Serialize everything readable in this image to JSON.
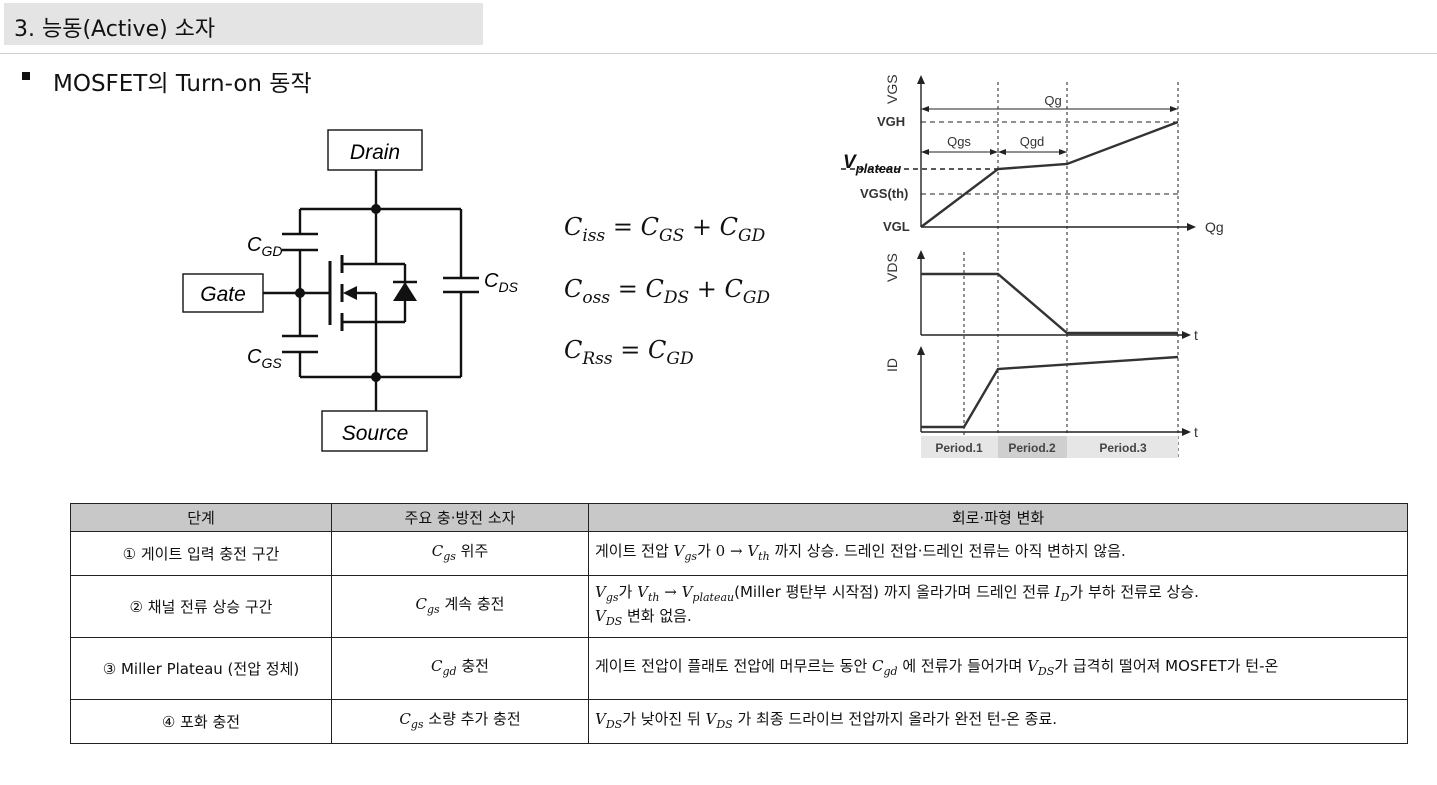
{
  "section": {
    "title": "3. 능동(Active) 소자"
  },
  "bullet": {
    "text": "MOSFET의 Turn-on 동작"
  },
  "circuit": {
    "drain": "Drain",
    "gate": "Gate",
    "source": "Source",
    "cgd": "C",
    "cgd_sub": "GD",
    "cgs": "C",
    "cgs_sub": "GS",
    "cds": "C",
    "cds_sub": "DS"
  },
  "equations": [
    {
      "lhs": "C",
      "lhs_sub": "iss",
      "rhs1": "C",
      "rhs1_sub": "GS",
      "op": " + ",
      "rhs2": "C",
      "rhs2_sub": "GD"
    },
    {
      "lhs": "C",
      "lhs_sub": "oss",
      "rhs1": "C",
      "rhs1_sub": "DS",
      "op": " + ",
      "rhs2": "C",
      "rhs2_sub": "GD"
    },
    {
      "lhs": "C",
      "lhs_sub": "Rss",
      "rhs1": "C",
      "rhs1_sub": "GD"
    }
  ],
  "waveform": {
    "vgs_axis": "VGS",
    "vds_axis": "VDS",
    "id_axis": "ID",
    "qg_axis": "Qg",
    "qg_top": "Qg",
    "qgs": "Qgs",
    "qgd": "Qgd",
    "vgh": "VGH",
    "vplateau": "V",
    "vplateau_sub": "plateau",
    "vgsth": "VGS(th)",
    "vgl": "VGL",
    "t1": "t",
    "t2": "t",
    "period1": "Period.1",
    "period2": "Period.2",
    "period3": "Period.3"
  },
  "table": {
    "headers": [
      "단계",
      "주요 충·방전 소자",
      "회로·파형 변화"
    ],
    "rows": [
      {
        "stage": "① 게이트 입력 충전 구간",
        "el_var": "C",
        "el_sub": "gs",
        "el_rest": " 위주",
        "change": [
          {
            "t": "게이트 전압 "
          },
          {
            "v": "V",
            "s": "gs"
          },
          {
            "t": "가 "
          },
          {
            "m": "0 → "
          },
          {
            "v": "V",
            "s": "th"
          },
          {
            "t": "  까지 상승. 드레인 전압·드레인 전류는 아직 변하지 않음."
          }
        ]
      },
      {
        "stage": "② 채널 전류 상승 구간",
        "el_var": "C",
        "el_sub": "gs",
        "el_rest": "  계속 충전",
        "change": [
          {
            "v": "V",
            "s": "gs"
          },
          {
            "t": "가 "
          },
          {
            "v": "V",
            "s": "th"
          },
          {
            "m": " → "
          },
          {
            "v": "V",
            "s": "plateau"
          },
          {
            "t": "(Miller 평탄부 시작점) 까지 올라가며 드레인 전류 "
          },
          {
            "v": "I",
            "s": "D"
          },
          {
            "t": "가 부하 전류로 상승."
          },
          {
            "br": true
          },
          {
            "v": "V",
            "s": "DS"
          },
          {
            "t": " 변화 없음."
          }
        ]
      },
      {
        "stage": "③ Miller Plateau (전압 정체)",
        "el_var": "C",
        "el_sub": "gd",
        "el_rest": "  충전",
        "change": [
          {
            "t": "게이트 전압이 플래토 전압에 머무르는 동안 "
          },
          {
            "v": "C",
            "s": "gd"
          },
          {
            "t": " 에 전류가 들어가며 "
          },
          {
            "v": "V",
            "s": "DS"
          },
          {
            "t": "가 급격히 떨어져 MOSFET가 턴-온"
          }
        ]
      },
      {
        "stage": "④ 포화 충전",
        "el_var": "C",
        "el_sub": "gs",
        "el_rest": " 소량 추가 충전",
        "change": [
          {
            "v": "V",
            "s": "DS"
          },
          {
            "t": "가 낮아진 뒤 "
          },
          {
            "v": "V",
            "s": "DS"
          },
          {
            "t": " 가 최종 드라이브 전압까지 올라가 완전 턴-온 종료."
          }
        ]
      }
    ]
  },
  "colors": {
    "header_bg": "#e4e4e4",
    "table_header_bg": "#c8c8c8",
    "line": "#111111"
  }
}
